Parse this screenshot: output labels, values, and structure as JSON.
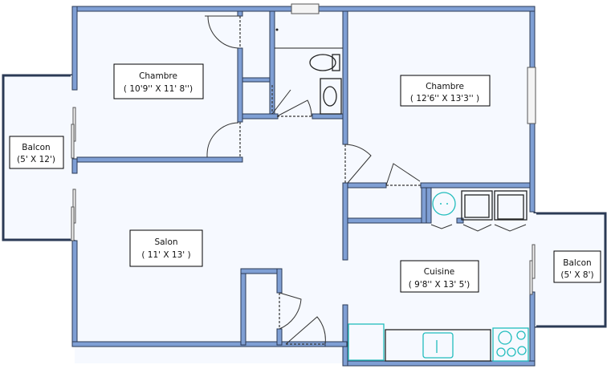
{
  "plan": {
    "rooms": [
      {
        "name": "Chambre",
        "size": "( 10'9''  X  11' 8'')"
      },
      {
        "name": "Chambre",
        "size": "( 12'6''  X  13'3'' )"
      },
      {
        "name": "Balcon",
        "size": "(5' X 12')"
      },
      {
        "name": "Salon",
        "size": "( 11' X 13' )"
      },
      {
        "name": "Cuisine",
        "size": "( 9'8'' X 13' 5')"
      },
      {
        "name": "Balcon",
        "size": "(5' X 8')"
      }
    ],
    "colors": {
      "wall": "#7f9fd4",
      "floor": "#f6f9ff",
      "fixture": "#22bdbd"
    }
  }
}
